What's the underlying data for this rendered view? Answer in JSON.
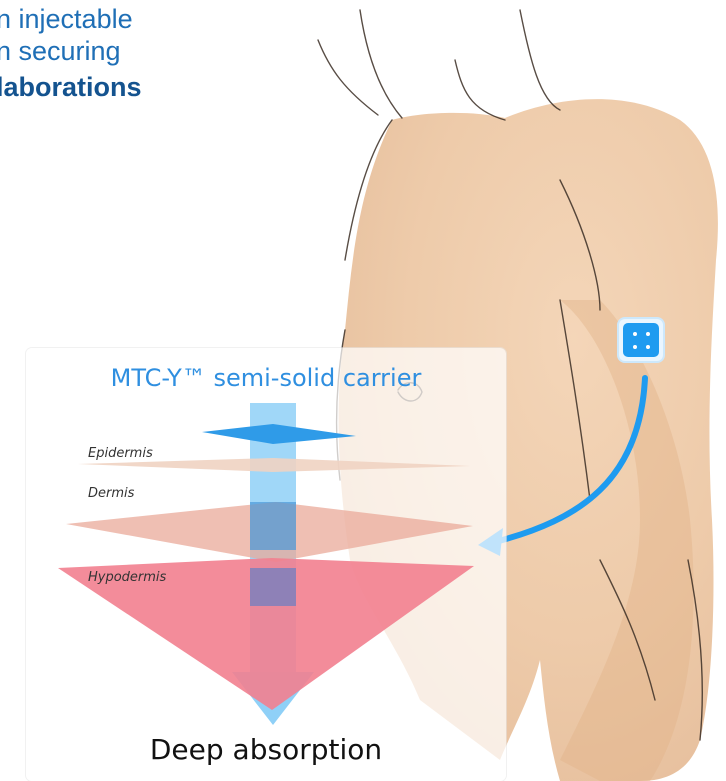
{
  "headline": {
    "line1": "n injectable",
    "line2": "n securing",
    "line3": "laborations"
  },
  "carrier_title": "MTC-Y™ semi-solid carrier",
  "layers": {
    "epidermis": "Epidermis",
    "dermis": "Dermis",
    "hypodermis": "Hypodermis"
  },
  "absorption_label": "Deep absorption",
  "colors": {
    "headline": "#1f6fb6",
    "carrier_blue": "#2f8fe0",
    "patch_blue": "#1e9bf0",
    "skin": "#ecc9a6",
    "epidermis": "#f1d6c5",
    "dermis": "#ebb0a2",
    "hypodermis": "#f27f8f",
    "arrow_light_blue": "#8fd0f7"
  }
}
